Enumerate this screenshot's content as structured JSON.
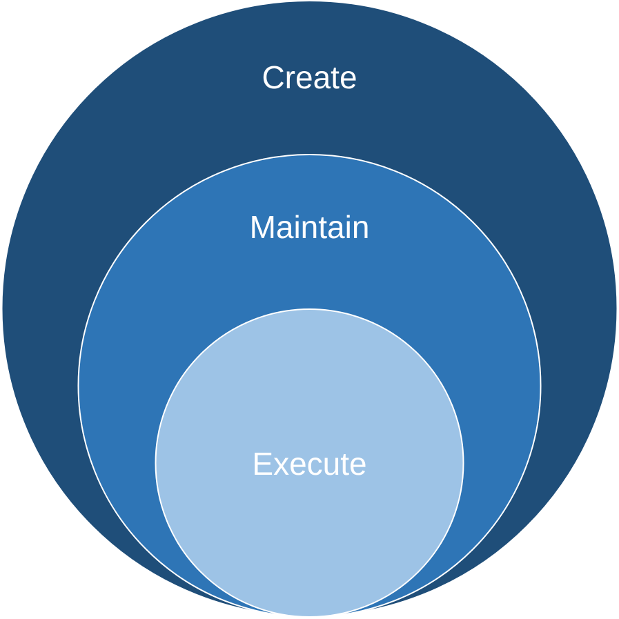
{
  "diagram": {
    "type": "nested-circles",
    "layers": [
      {
        "label": "Create",
        "color": "#1F4E79"
      },
      {
        "label": "Maintain",
        "color": "#2E75B6"
      },
      {
        "label": "Execute",
        "color": "#9DC3E6"
      }
    ],
    "outline_color": "#FFFFFF"
  }
}
